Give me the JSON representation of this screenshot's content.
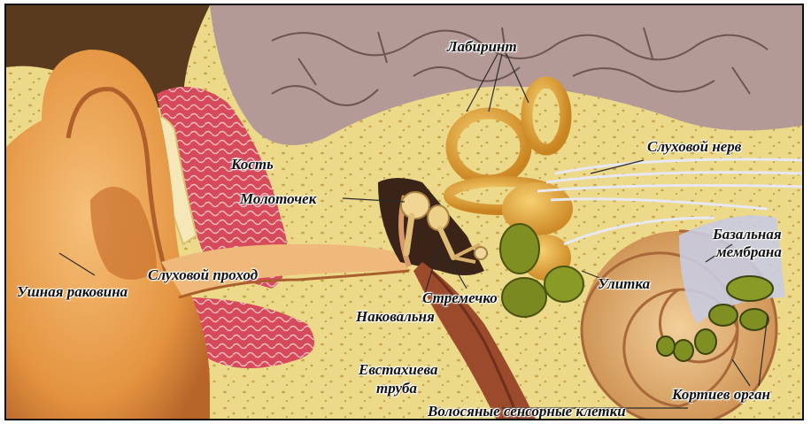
{
  "labels": {
    "labyrinth": "Лабиринт",
    "bone": "Кость",
    "hammer": "Молоточек",
    "auditory_nerve": "Слуховой нерв",
    "basilar_line1": "Базальная",
    "basilar_line2": "мембрана",
    "ear_canal": "Слуховой проход",
    "auricle": "Ушная раковина",
    "stirrup": "Стремечко",
    "anvil": "Наковальня",
    "cochlea": "Улитка",
    "eustachian_line1": "Евстахиева",
    "eustachian_line2": "труба",
    "hair_cells": "Волосяные сенсорные клетки",
    "corti_organ": "Кортиев орган"
  },
  "colors": {
    "bone": "#ecd98a",
    "skin": "#e9a24a",
    "brain": "#b49a96",
    "flesh": "#d8475a",
    "labyrinth": "#e2a43a",
    "cochlea_green": "#8a9a26",
    "nerve": "#c8c8d8"
  }
}
